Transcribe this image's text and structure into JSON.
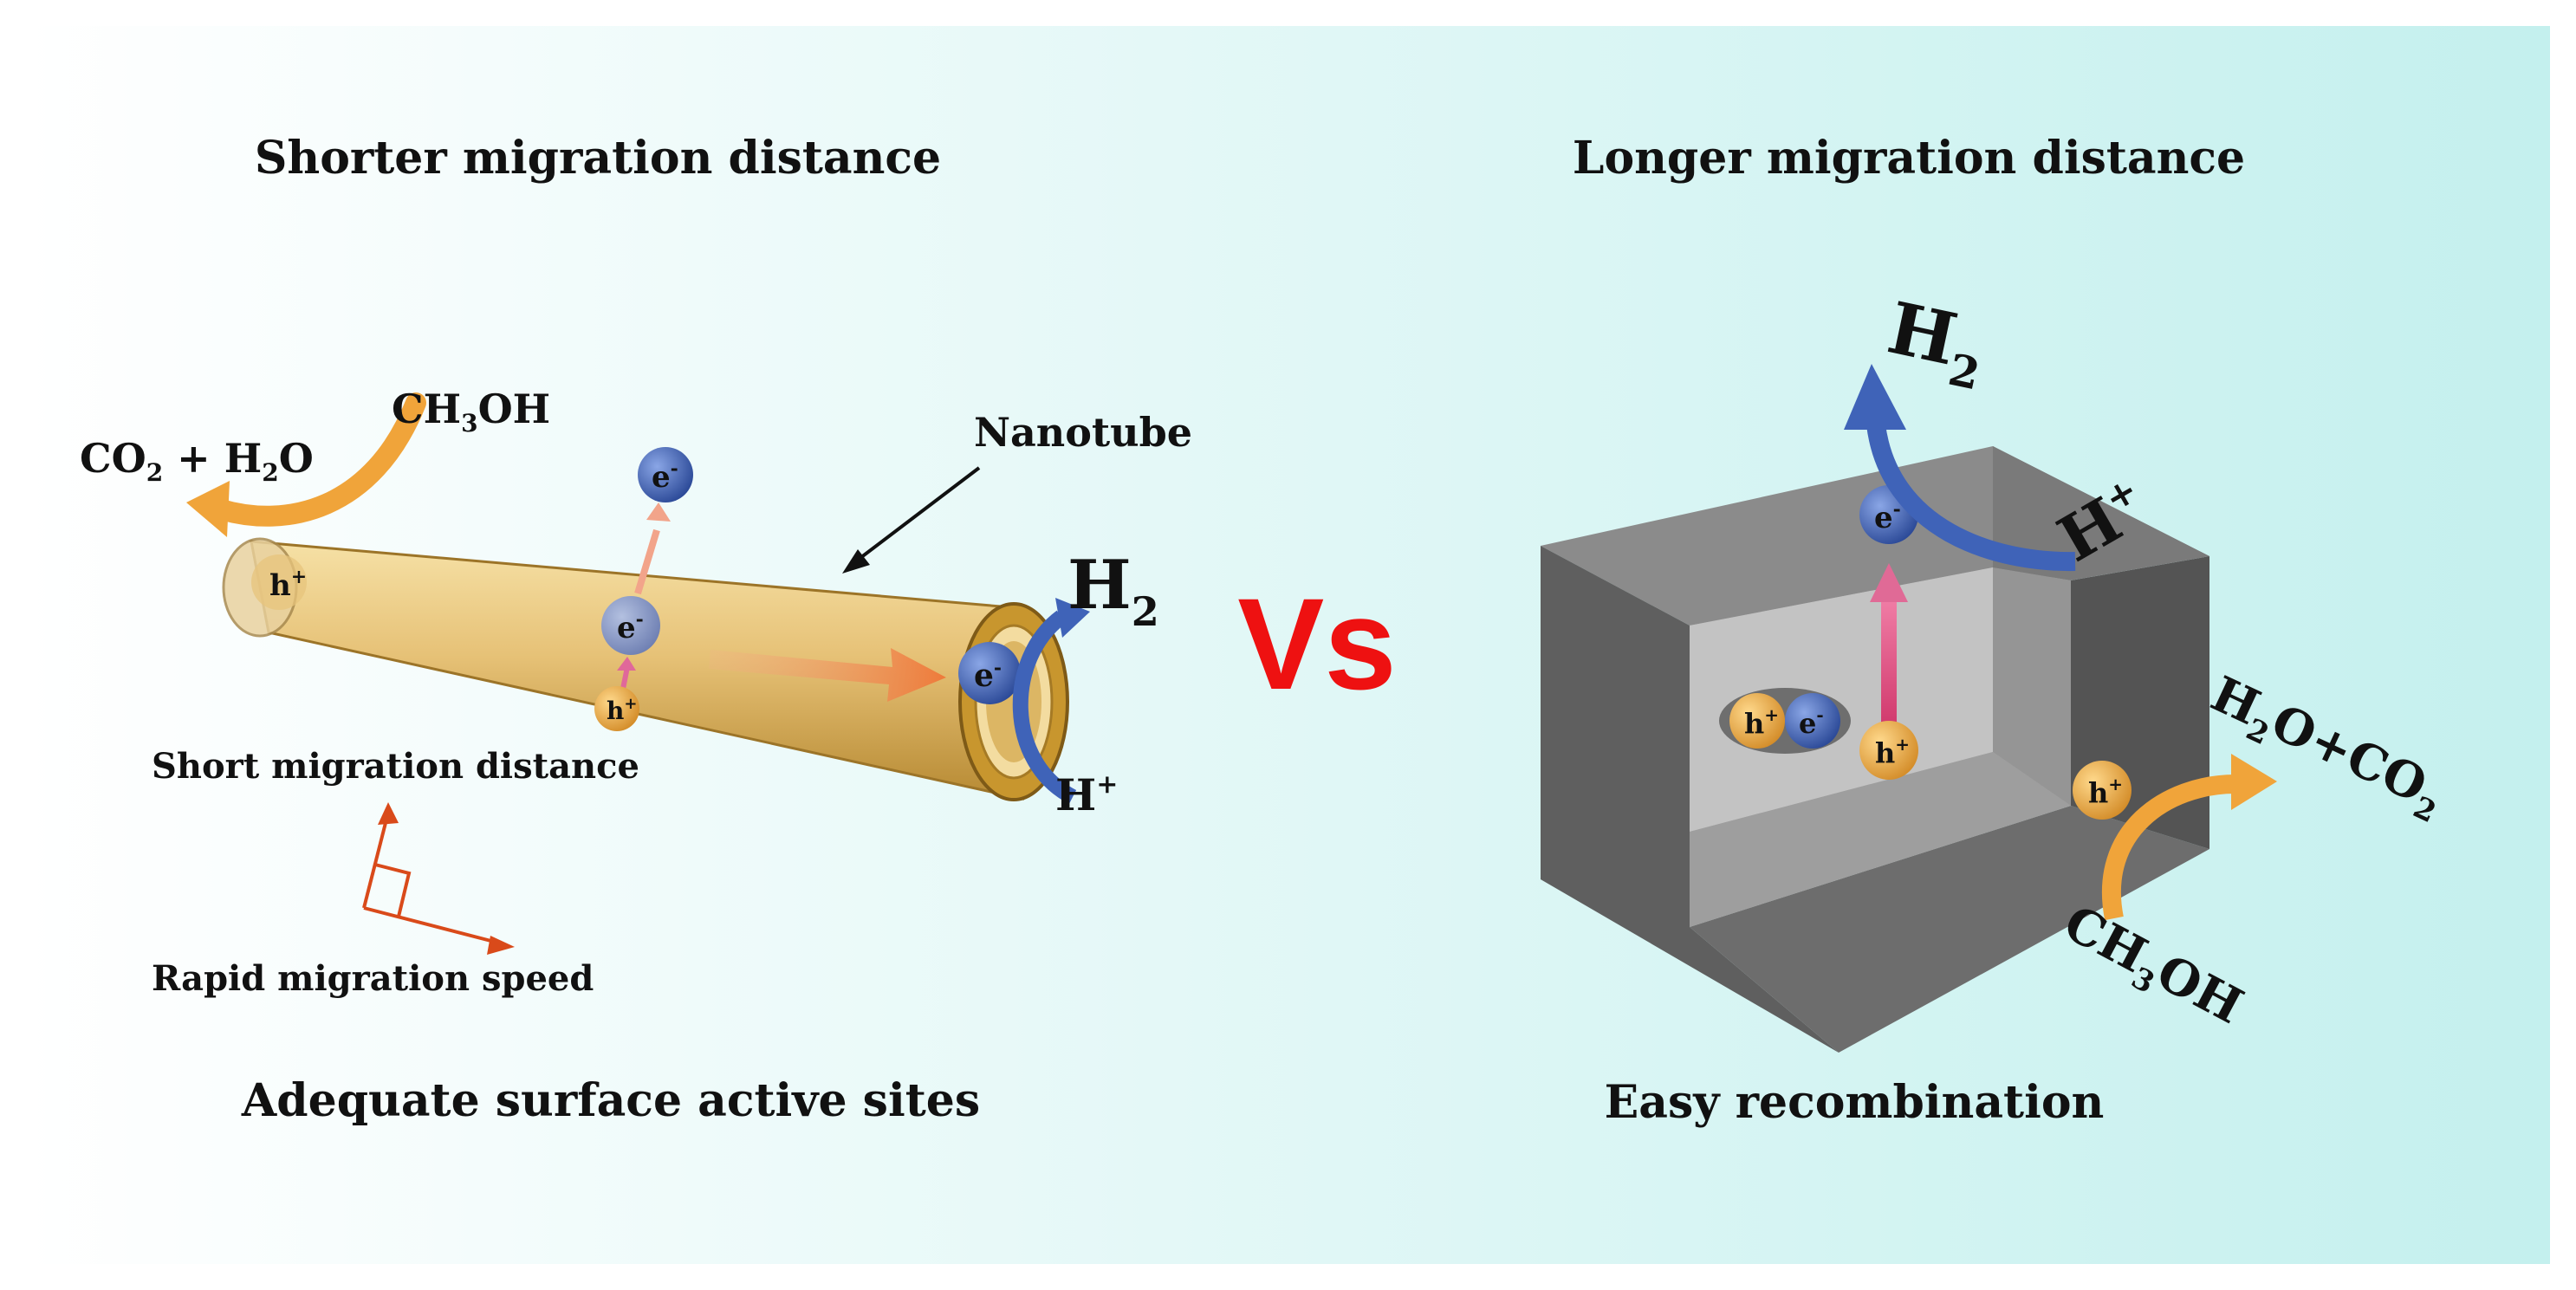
{
  "colors": {
    "bg_left": "#ffffff",
    "bg_right": "#c4f0ee",
    "tube": "#e2bc6a",
    "tube_dark": "#b98a2e",
    "electron": "#3d5fb0",
    "hole": "#e3a34a",
    "blue_arrow": "#3f63b8",
    "orange_arrow": "#f0a43a",
    "pink_arrow": "#e0487a",
    "red_vs": "#ee1111",
    "cube_face": "#7a7a7a",
    "cube_dark": "#5a5a5a",
    "cube_inner": "#b9b9b9",
    "rapid_arrow": "#d94a1a"
  },
  "left": {
    "title": "Shorter migration distance",
    "footer": "Adequate surface active sites",
    "nanotube_label": "Nanotube",
    "reactant": "CH",
    "reactant_sub": "3",
    "reactant_end": "OH",
    "product_co": "CO",
    "product_co_sub": "2",
    "product_plus_h": " + H",
    "product_h_sub": "2",
    "product_o": "O",
    "h2_main": "H",
    "h2_sub": "2",
    "hplus": "H",
    "hplus_sup": "+",
    "short_distance": "Short migration distance",
    "rapid_speed": "Rapid migration speed",
    "electron": "e",
    "electron_sup": "-",
    "hole": "h",
    "hole_sup": "+"
  },
  "center": {
    "vs": "Vs"
  },
  "right": {
    "title": "Longer migration distance",
    "footer": "Easy recombination",
    "h2_main": "H",
    "h2_sub": "2",
    "hplus": "H",
    "hplus_sup": "+",
    "product_h": "H",
    "product_h_sub": "2",
    "product_rest": "O+CO",
    "product_co_sub": "2",
    "reactant": "CH",
    "reactant_sub": "3",
    "reactant_end": "OH",
    "electron": "e",
    "electron_sup": "-",
    "hole": "h",
    "hole_sup": "+"
  }
}
